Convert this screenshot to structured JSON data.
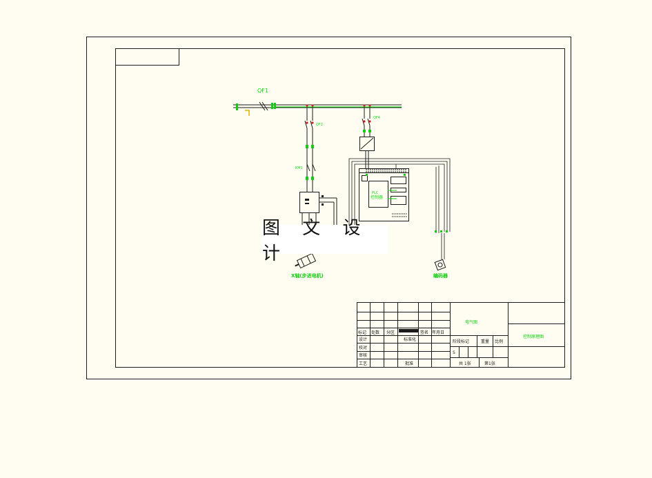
{
  "watermark": "图 文 设 计",
  "labels": {
    "qf1": "QF1",
    "qf2": "QF2",
    "qf3": "QF4",
    "km1": "KM1",
    "plc_line1": "PLC",
    "plc_line2": "控制器",
    "motor_label": "X轴(步进电机)",
    "encoder_label": "编码器"
  },
  "title_block": {
    "drawing_type": "电气图",
    "drawing_title": "控制原理图",
    "row_header": [
      "标记",
      "处数",
      "分区",
      "",
      "签名",
      "年月日"
    ],
    "left_rows": [
      "设计",
      "校对",
      "审核",
      "工艺"
    ],
    "standardization": "标准化",
    "approval": "批准",
    "stage_mark": "阶段标记",
    "weight": "重量",
    "scale": "比例",
    "stage_s": "S",
    "total_sheets": "共 1张",
    "sheet_no": "第1张"
  },
  "colors": {
    "frame": "#1a1a1a",
    "wire": "#1a1a1a",
    "label": "#11dd11",
    "terminal": "#11cc11",
    "contact": "#cc2222"
  }
}
